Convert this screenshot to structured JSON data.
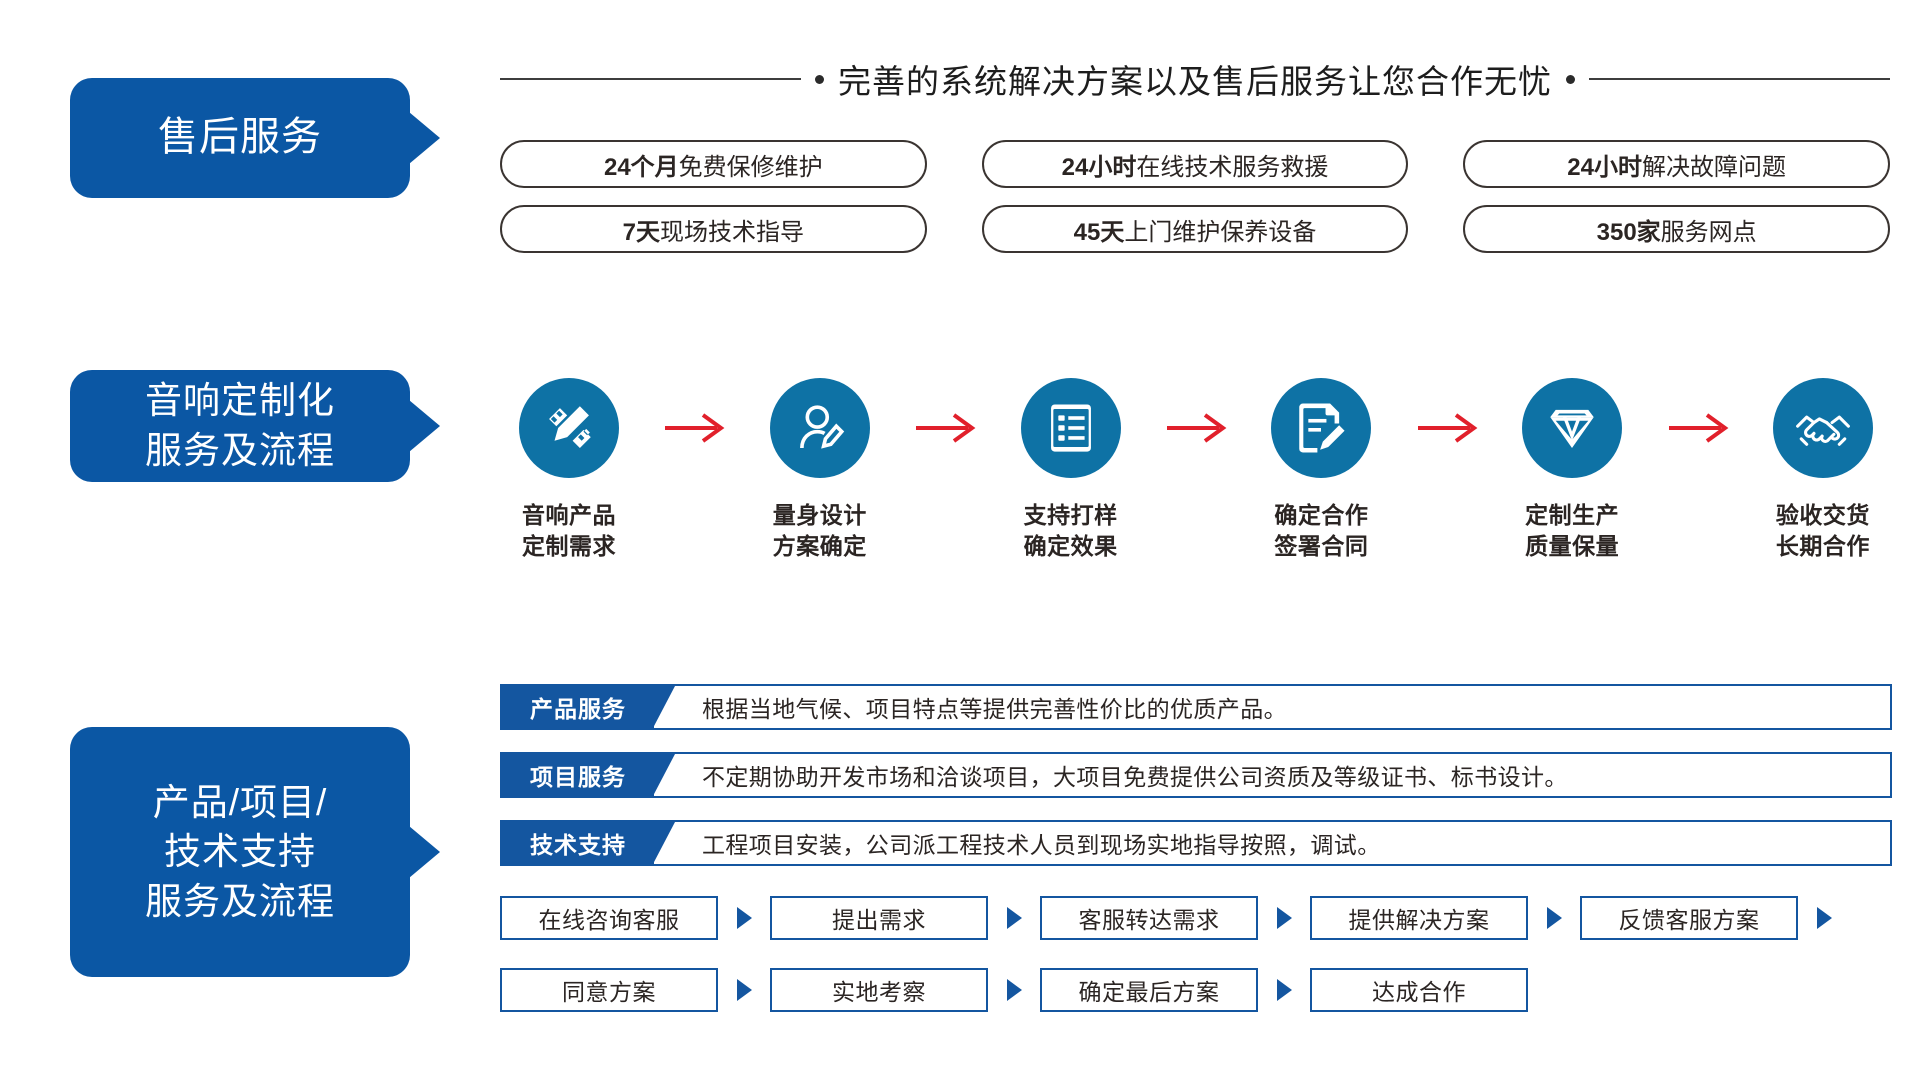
{
  "sections": [
    {
      "tab_label": "售后服务",
      "header_title": "完善的系统解决方案以及售后服务让您合作无忧",
      "pills": [
        {
          "strong": "24个月",
          "rest": "免费保修维护"
        },
        {
          "strong": "24小时",
          "rest": "在线技术服务救援"
        },
        {
          "strong": "24小时",
          "rest": "解决故障问题"
        },
        {
          "strong": "7天",
          "rest": "现场技术指导"
        },
        {
          "strong": "45天",
          "rest": "上门维护保养设备"
        },
        {
          "strong": "350家",
          "rest": "服务网点"
        }
      ]
    },
    {
      "tab_label": "音响定制化\n服务及流程",
      "steps": [
        {
          "icon": "ruler-pencil-icon",
          "label": "音响产品\n定制需求"
        },
        {
          "icon": "person-design-icon",
          "label": "量身设计\n方案确定"
        },
        {
          "icon": "document-list-icon",
          "label": "支持打样\n确定效果"
        },
        {
          "icon": "contract-sign-icon",
          "label": "确定合作\n签署合同"
        },
        {
          "icon": "diamond-icon",
          "label": "定制生产\n质量保量"
        },
        {
          "icon": "handshake-icon",
          "label": "验收交货\n长期合作"
        }
      ],
      "arrow_icon": "red-arrow-right-icon"
    },
    {
      "tab_label": "产品/项目/\n技术支持\n服务及流程",
      "services": [
        {
          "tag": "产品服务",
          "text": "根据当地气候、项目特点等提供完善性价比的优质产品。"
        },
        {
          "tag": "项目服务",
          "text": "不定期协助开发市场和洽谈项目，大项目免费提供公司资质及等级证书、标书设计。"
        },
        {
          "tag": "技术支持",
          "text": "工程项目安装，公司派工程技术人员到现场实地指导按照，调试。"
        }
      ],
      "chip_rows": [
        [
          "在线咨询客服",
          "提出需求",
          "客服转达需求",
          "提供解决方案",
          "反馈客服方案"
        ],
        [
          "同意方案",
          "实地考察",
          "确定最后方案",
          "达成合作"
        ]
      ],
      "chip_arrow_icon": "blue-triangle-right-icon"
    }
  ],
  "colors": {
    "tab_blue": "#0b57a4",
    "icon_circle_blue": "#0e72a5",
    "arrow_red": "#e1202b",
    "chip_border_blue": "#1456a0",
    "text_dark": "#2b2523"
  }
}
